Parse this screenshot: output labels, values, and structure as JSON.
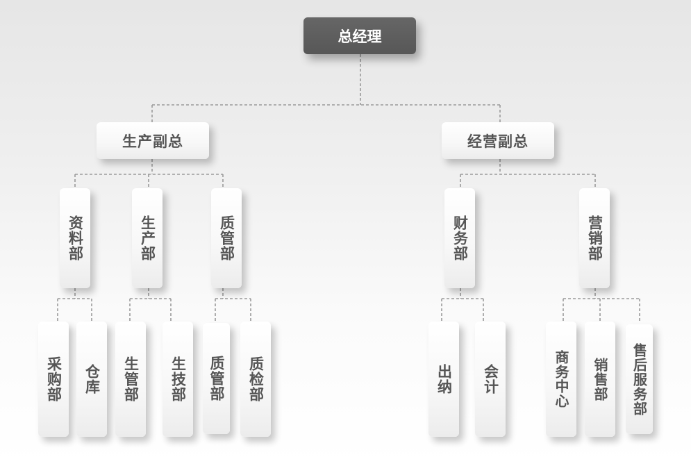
{
  "org_chart": {
    "root": {
      "label": "总经理"
    },
    "branches": [
      {
        "label": "生产副总",
        "departments": [
          {
            "label": "资料部",
            "units": [
              "采购部",
              "仓库"
            ]
          },
          {
            "label": "生产部",
            "units": [
              "生管部",
              "生技部"
            ]
          },
          {
            "label": "质管部",
            "units": [
              "质管部",
              "质检部"
            ]
          }
        ]
      },
      {
        "label": "经营副总",
        "departments": [
          {
            "label": "财务部",
            "units": [
              "出纳",
              "会计"
            ]
          },
          {
            "label": "营销部",
            "units": [
              "商务中心",
              "销售部",
              "售后服务部"
            ]
          }
        ]
      }
    ]
  },
  "colors": {
    "root_fill": "#5a5a5a",
    "root_text": "#ffffff",
    "node_text": "#555555",
    "connector": "#9a9a9a"
  }
}
